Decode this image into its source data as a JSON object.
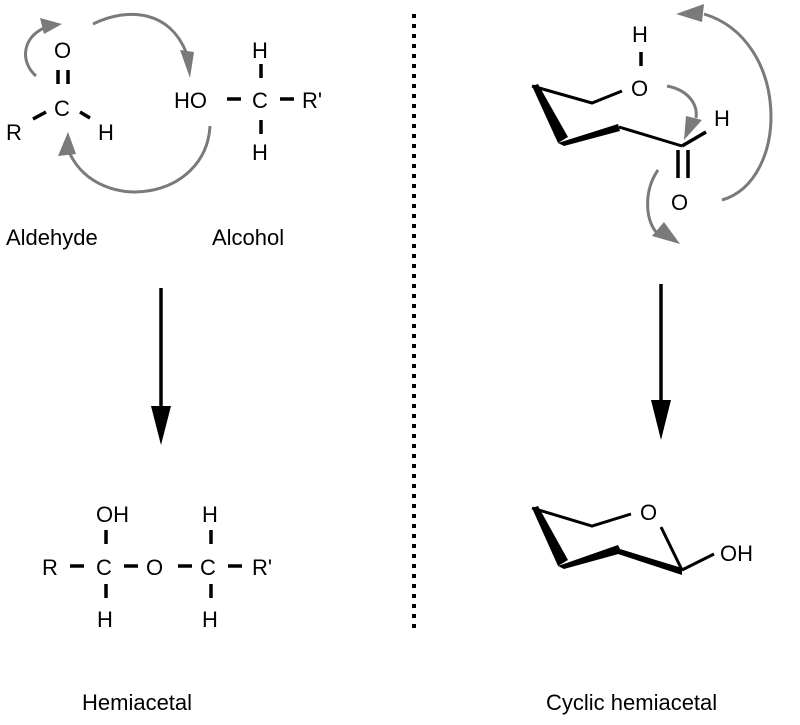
{
  "diagram": {
    "title": "Hemiacetal formation",
    "colors": {
      "bonds": "#000000",
      "electron_arrows": "#7a7a7a",
      "background": "#ffffff"
    },
    "left_panel": {
      "reactants": {
        "aldehyde": {
          "label": "Aldehyde",
          "atoms": {
            "O": "O",
            "C": "C",
            "R": "R",
            "H": "H"
          }
        },
        "alcohol": {
          "label": "Alcohol",
          "atoms": {
            "HO": "HO",
            "C": "C",
            "R": "R'",
            "H_top": "H",
            "H_bottom": "H"
          }
        }
      },
      "product": {
        "label": "Hemiacetal",
        "atoms": {
          "R": "R",
          "C1": "C",
          "OH": "OH",
          "H1": "H",
          "O": "O",
          "C2": "C",
          "H2_top": "H",
          "H2_bottom": "H",
          "R2": "R'"
        }
      }
    },
    "right_panel": {
      "reactant": {
        "atoms": {
          "H_hydroxyl": "H",
          "O_hydroxyl": "O",
          "H_aldehyde": "H",
          "O_carbonyl": "O"
        }
      },
      "product": {
        "label": "Cyclic hemiacetal",
        "atoms": {
          "O_ring": "O",
          "OH": "OH"
        }
      }
    }
  }
}
